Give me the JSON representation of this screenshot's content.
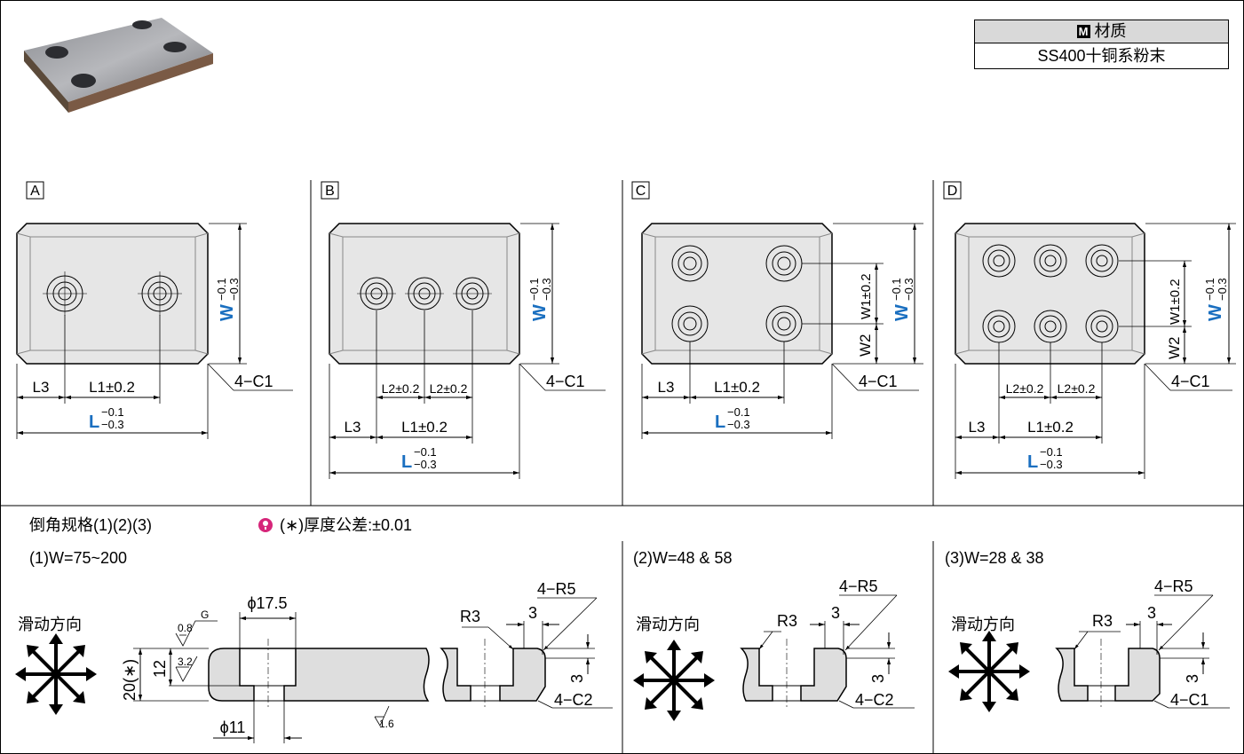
{
  "material": {
    "badge": "M",
    "header": "材质",
    "value": "SS400十铜系粉末"
  },
  "views": [
    {
      "id": "A",
      "label": "A",
      "w_label": "W",
      "w_tol_upper": "−0.1",
      "w_tol_lower": "−0.3",
      "l_label": "L",
      "l_tol_upper": "−0.1",
      "l_tol_lower": "−0.3",
      "l1_label": "L1±0.2",
      "l3_label": "L3",
      "chamfer": "4−C1"
    },
    {
      "id": "B",
      "label": "B",
      "w_label": "W",
      "w_tol_upper": "−0.1",
      "w_tol_lower": "−0.3",
      "l_label": "L",
      "l_tol_upper": "−0.1",
      "l_tol_lower": "−0.3",
      "l1_label": "L1±0.2",
      "l2_label": "L2±0.2",
      "l3_label": "L3",
      "chamfer": "4−C1"
    },
    {
      "id": "C",
      "label": "C",
      "w_label": "W",
      "w_tol_upper": "−0.1",
      "w_tol_lower": "−0.3",
      "w1_label": "W1±0.2",
      "w2_label": "W2",
      "l_label": "L",
      "l_tol_upper": "−0.1",
      "l_tol_lower": "−0.3",
      "l1_label": "L1±0.2",
      "l3_label": "L3",
      "chamfer": "4−C1"
    },
    {
      "id": "D",
      "label": "D",
      "w_label": "W",
      "w_tol_upper": "−0.1",
      "w_tol_lower": "−0.3",
      "w1_label": "W1±0.2",
      "w2_label": "W2",
      "l_label": "L",
      "l_tol_upper": "−0.1",
      "l_tol_lower": "−0.3",
      "l1_label": "L1±0.2",
      "l2_label": "L2±0.2",
      "l3_label": "L3",
      "chamfer": "4−C1"
    }
  ],
  "chamfer_spec": {
    "title": "倒角规格(1)(2)(3)",
    "note": "(∗)厚度公差:±0.01",
    "section1": {
      "title": "(1)W=75~200",
      "slide_dir": "滑动方向",
      "dia_top": "ϕ17.5",
      "dia_bottom": "ϕ11",
      "thickness": "20(∗)",
      "depth": "12",
      "roughness_1": "0.8",
      "grind": "G",
      "roughness_2": "3.2",
      "roughness_3": "1.6",
      "r_inner": "R3",
      "r_outer": "4−R5",
      "dim_3a": "3",
      "dim_3b": "3",
      "chamfer": "4−C2"
    },
    "section2": {
      "title": "(2)W=48 & 58",
      "slide_dir": "滑动方向",
      "r_inner": "R3",
      "r_outer": "4−R5",
      "dim_3a": "3",
      "dim_3b": "3",
      "chamfer": "4−C2"
    },
    "section3": {
      "title": "(3)W=28 & 38",
      "slide_dir": "滑动方向",
      "r_inner": "R3",
      "r_outer": "4−R5",
      "dim_3a": "3",
      "dim_3b": "3",
      "chamfer": "4−C1"
    }
  },
  "colors": {
    "accent_blue": "#1a6fc0",
    "note_pink": "#d6267a",
    "plate_fill": "#e6e6e6",
    "section_fill": "#dedede"
  }
}
